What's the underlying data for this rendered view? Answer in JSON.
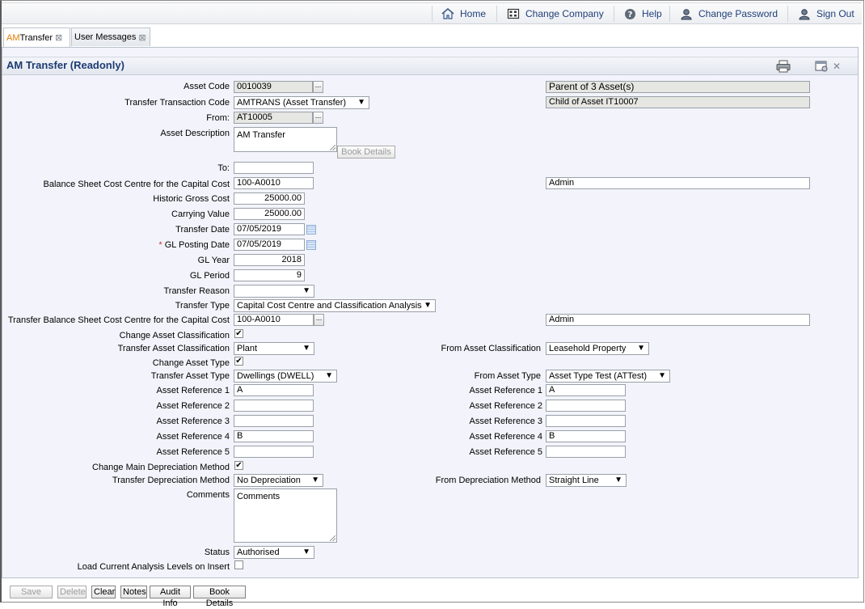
{
  "topnav": {
    "home": "Home",
    "change_company": "Change Company",
    "help": "Help",
    "change_password": "Change Password",
    "sign_out": "Sign Out"
  },
  "tabs": [
    {
      "prefix": "AM",
      "label": " Transfer"
    },
    {
      "label": "User Messages"
    }
  ],
  "panel": {
    "title": "AM Transfer (Readonly)"
  },
  "form": {
    "asset_code_label": "Asset Code",
    "asset_code": "0010039",
    "parent_info": "Parent of 3 Asset(s)",
    "child_info": "Child of Asset IT10007",
    "transfer_txn_code_label": "Transfer Transaction Code",
    "transfer_txn_code": "AMTRANS (Asset Transfer)",
    "from_label": "From:",
    "from_value": "AT10005",
    "asset_desc_label": "Asset Description",
    "asset_desc": "AM Transfer",
    "book_details_inline": "Book Details",
    "to_label": "To:",
    "to_value": "",
    "bs_cost_centre_label": "Balance Sheet Cost Centre for the Capital Cost",
    "bs_cost_centre": "100-A0010",
    "bs_cost_centre_name": "Admin",
    "historic_gross_cost_label": "Historic Gross Cost",
    "historic_gross_cost": "25000.00",
    "carrying_value_label": "Carrying Value",
    "carrying_value": "25000.00",
    "transfer_date_label": "Transfer Date",
    "transfer_date": "07/05/2019",
    "gl_posting_date_label": "GL Posting Date",
    "gl_posting_date": "07/05/2019",
    "required_mark": "*",
    "gl_year_label": "GL Year",
    "gl_year": "2018",
    "gl_period_label": "GL Period",
    "gl_period": "9",
    "transfer_reason_label": "Transfer Reason",
    "transfer_reason": "",
    "transfer_type_label": "Transfer Type",
    "transfer_type": "Capital Cost Centre and Classification Analysis",
    "transfer_bs_cc_label": "Transfer Balance Sheet Cost Centre for the Capital Cost",
    "transfer_bs_cc": "100-A0010",
    "transfer_bs_cc_name": "Admin",
    "change_asset_class_label": "Change Asset Classification",
    "change_asset_class_checked": true,
    "transfer_asset_class_label": "Transfer Asset Classification",
    "transfer_asset_class": "Plant",
    "from_asset_class_label": "From Asset Classification",
    "from_asset_class": "Leasehold Property",
    "change_asset_type_label": "Change Asset Type",
    "change_asset_type_checked": true,
    "transfer_asset_type_label": "Transfer Asset Type",
    "transfer_asset_type": "Dwellings (DWELL)",
    "from_asset_type_label": "From Asset Type",
    "from_asset_type": "Asset Type Test (ATTest)",
    "asset_ref1_label": "Asset Reference 1",
    "asset_ref1": "A",
    "from_asset_ref1": "A",
    "asset_ref2_label": "Asset Reference 2",
    "asset_ref2": "",
    "from_asset_ref2": "",
    "asset_ref3_label": "Asset Reference 3",
    "asset_ref3": "",
    "from_asset_ref3": "",
    "asset_ref4_label": "Asset Reference 4",
    "asset_ref4": "B",
    "from_asset_ref4": "B",
    "asset_ref5_label": "Asset Reference 5",
    "asset_ref5": "",
    "from_asset_ref5": "",
    "change_main_dep_label": "Change Main Depreciation Method",
    "change_main_dep_checked": true,
    "transfer_dep_method_label": "Transfer Depreciation Method",
    "transfer_dep_method": "No Depreciation",
    "from_dep_method_label": "From Depreciation Method",
    "from_dep_method": "Straight Line",
    "comments_label": "Comments",
    "comments": "Comments",
    "status_label": "Status",
    "status": "Authorised",
    "load_analysis_label": "Load Current Analysis Levels on Insert",
    "load_analysis_checked": false,
    "lookup_glyph": "...",
    "check_glyph": "✔",
    "dropdown_glyph": "▼",
    "tab_close_glyph": "⊠"
  },
  "footer": {
    "save": "Save",
    "delete": "Delete",
    "clear": "Clear",
    "notes": "Notes",
    "audit_info": "Audit Info",
    "book_details": "Book Details"
  },
  "colors": {
    "accent": "#1c3b73",
    "tab_prefix": "#e07b00",
    "panel_bg": "#f3f4fb",
    "readonly_bg": "#e6e6e2"
  },
  "icons": [
    "home-icon",
    "change-company-icon",
    "help-icon",
    "change-password-icon",
    "sign-out-icon",
    "print-icon",
    "window-options-icon",
    "close-icon",
    "calendar-icon"
  ]
}
